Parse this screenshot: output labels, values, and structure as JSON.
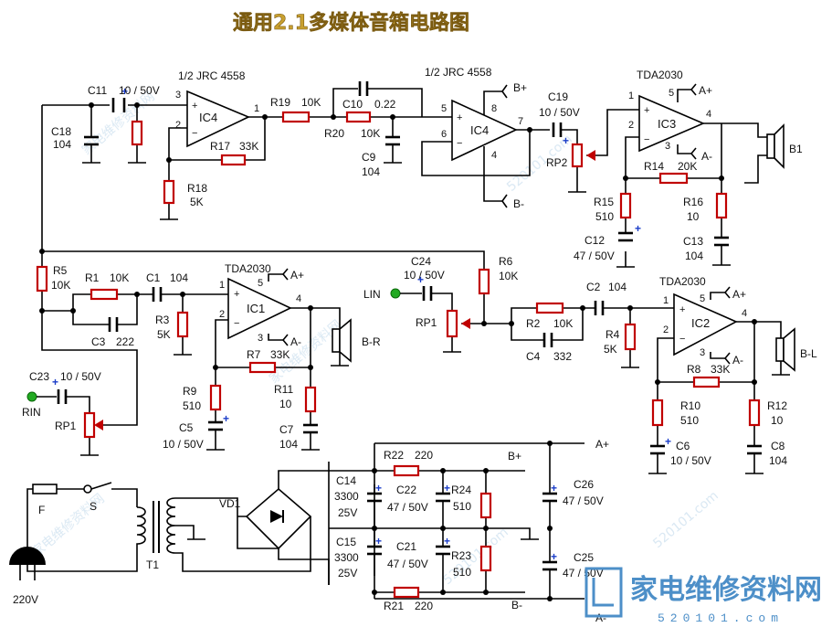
{
  "title": "通用2.1多媒体音箱电路图",
  "watermark": {
    "text": "家电维修资料网",
    "url": "520101.com"
  },
  "logo": {
    "text": "家电维修资料网",
    "sub": "520101.com"
  },
  "labels": {
    "jrc_a": "1/2 JRC 4558",
    "jrc_b": "1/2 JRC 4558",
    "ic3_part": "TDA2030",
    "ic1_part": "TDA2030",
    "ic2_part": "TDA2030",
    "ic4a": "IC4",
    "ic4b": "IC4",
    "ic3": "IC3",
    "ic1": "IC1",
    "ic2": "IC2",
    "c11": "C11",
    "c11v": "10 / 50V",
    "c18": "C18",
    "c18v": "104",
    "r19": "R19",
    "r19v": "10K",
    "c10": "C10",
    "c10v": "0.22",
    "r20": "R20",
    "r20v": "10K",
    "c9": "C9",
    "c9v": "104",
    "r17": "R17",
    "r17v": "33K",
    "r18": "R18",
    "r18v": "5K",
    "c19": "C19",
    "c19v": "10 / 50V",
    "rp2": "RP2",
    "r14": "R14",
    "r14v": "20K",
    "r15": "R15",
    "r15v": "510",
    "r16": "R16",
    "r16v": "10",
    "c12": "C12",
    "c12v": "47 / 50V",
    "c13": "C13",
    "c13v": "104",
    "b1": "B1",
    "bplus": "B+",
    "bminus": "B-",
    "aplus": "A+",
    "aminus": "A-",
    "r5": "R5",
    "r5v": "10K",
    "r1": "R1",
    "r1v": "10K",
    "c1": "C1",
    "c1v": "104",
    "c3": "C3",
    "c3v": "222",
    "r3": "R3",
    "r3v": "5K",
    "r7": "R7",
    "r7v": "33K",
    "r9": "R9",
    "r9v": "510",
    "r11": "R11",
    "r11v": "10",
    "c5": "C5",
    "c5v": "10 / 50V",
    "c7": "C7",
    "c7v": "104",
    "br": "B-R",
    "c23": "C23",
    "c23v": "10 / 50V",
    "rin": "RIN",
    "rp1a": "RP1",
    "c24": "C24",
    "c24v": "10 / 50V",
    "lin": "LIN",
    "rp1b": "RP1",
    "r6": "R6",
    "r6v": "10K",
    "r2": "R2",
    "r2v": "10K",
    "c2": "C2",
    "c2v": "104",
    "c4": "C4",
    "c4v": "332",
    "r4": "R4",
    "r4v": "5K",
    "r8": "R8",
    "r8v": "33K",
    "r10": "R10",
    "r10v": "510",
    "r12": "R12",
    "r12v": "10",
    "c6": "C6",
    "c6v": "10 / 50V",
    "c8": "C8",
    "c8v": "104",
    "bl": "B-L",
    "f": "F",
    "s": "S",
    "t1": "T1",
    "vd1": "VD1",
    "mains": "220V",
    "c14": "C14",
    "c14v": "3300",
    "c14u": "25V",
    "c15": "C15",
    "c15v": "3300",
    "c15u": "25V",
    "c22": "C22",
    "c22v": "47 / 50V",
    "c21": "C21",
    "c21v": "47 / 50V",
    "r22": "R22",
    "r22v": "220",
    "r21": "R21",
    "r21v": "220",
    "r24": "R24",
    "r24v": "510",
    "r23": "R23",
    "r23v": "510",
    "c26": "C26",
    "c26v": "47 / 50V",
    "c25": "C25",
    "c25v": "47 / 50V",
    "p1": "1",
    "p2": "2",
    "p3": "3",
    "p4": "4",
    "p5": "5",
    "p6": "6",
    "p7": "7",
    "p8": "8"
  },
  "colors": {
    "resistor": "#c00000",
    "polarity": "#1a3cc8",
    "terminal": "#22aa22",
    "title": "#c8a030"
  }
}
